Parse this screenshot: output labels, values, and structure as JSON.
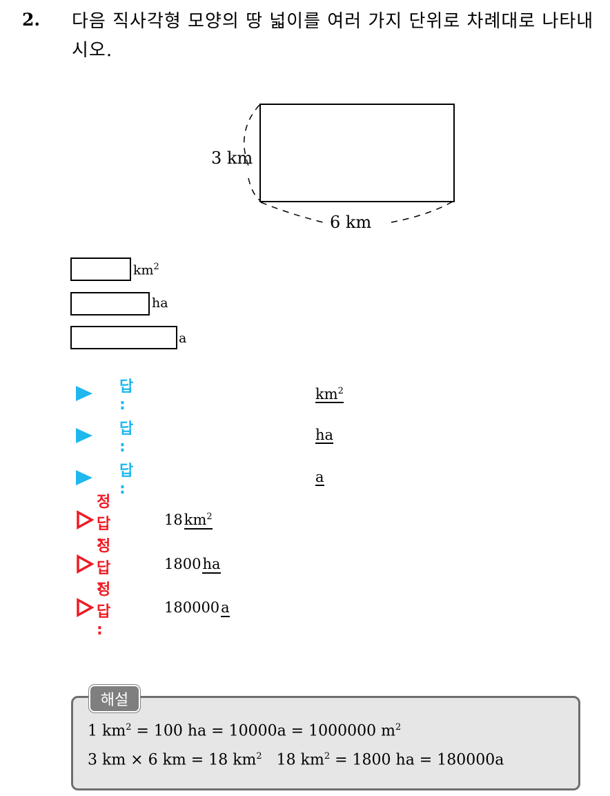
{
  "question": {
    "number": "2.",
    "text": "다음 직사각형 모양의 땅 넓이를 여러 가지 단위로 차례대로 나타내시오."
  },
  "figure": {
    "height_label": "3 km",
    "width_label": "6 km"
  },
  "answer_boxes": [
    {
      "unit": "km",
      "sup": "2"
    },
    {
      "unit": "ha",
      "sup": ""
    },
    {
      "unit": "a",
      "sup": ""
    }
  ],
  "answers": {
    "label": "답 :",
    "units": [
      {
        "unit": "km",
        "sup": "2"
      },
      {
        "unit": "ha",
        "sup": ""
      },
      {
        "unit": "a",
        "sup": ""
      }
    ]
  },
  "correct": {
    "label": "정답 :",
    "items": [
      {
        "value": "18",
        "unit": "km",
        "sup": "2"
      },
      {
        "value": "1800",
        "unit": "ha",
        "sup": ""
      },
      {
        "value": "180000",
        "unit": "a",
        "sup": ""
      }
    ]
  },
  "explanation": {
    "tab_label": "해설",
    "line1": {
      "a": "1 km",
      "a_sup": "2",
      "b": " = 100 ha = 10000a = 1000000 m",
      "b_sup": "2"
    },
    "line2": {
      "a": "3 km × 6 km = 18 km",
      "a_sup": "2",
      "b": "   18 km",
      "b_sup": "2",
      "c": " = 1800 ha = 180000a"
    }
  }
}
